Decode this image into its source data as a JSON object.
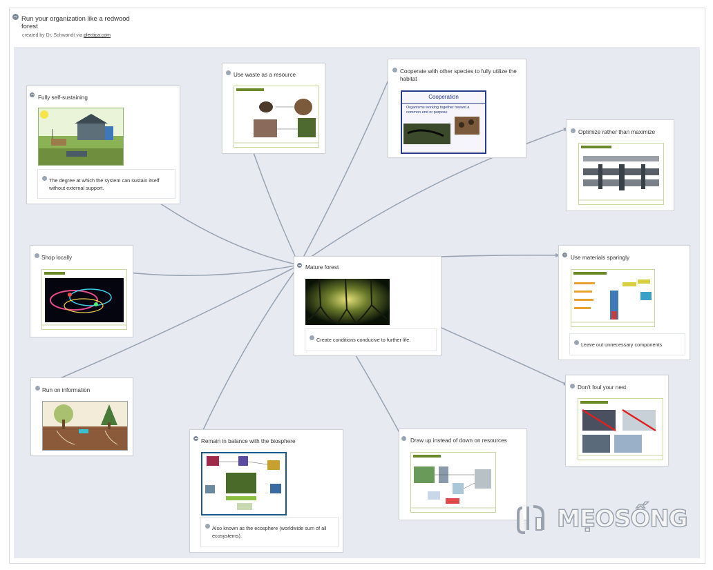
{
  "header": {
    "title": "Run your organization like a redwood forest",
    "credit_prefix": "created by Dr. Schwandt via",
    "credit_link": "plectica.com"
  },
  "center": {
    "label": "Mature forest",
    "note": "Create conditions conducive to further life."
  },
  "cards": {
    "self_sustaining": {
      "label": "Fully self-sustaining",
      "note": "The degree at which the system can sustain itself without external support."
    },
    "waste": {
      "label": "Use waste as a resource"
    },
    "cooperate": {
      "label": "Cooperate with other species to fully utilize the habitat",
      "slide_title": "Cooperation",
      "slide_bullet": "Organisms working together toward a common end or purpose"
    },
    "optimize": {
      "label": "Optimize rather than maximize"
    },
    "shop": {
      "label": "Shop locally"
    },
    "materials": {
      "label": "Use materials sparingly",
      "note": "Leave out unnecessary components"
    },
    "information": {
      "label": "Run on information"
    },
    "nest": {
      "label": "Don't foul your nest"
    },
    "balance": {
      "label": "Remain in balance with the biosphere",
      "note": "Also known as the ecosphere (worldwide sum of all ecosystems)."
    },
    "draw_up": {
      "label": "Draw up instead of down on resources"
    }
  },
  "watermark": {
    "text": "MẸOSỐNG"
  },
  "colors": {
    "canvas": "#e8eaf1",
    "connector": "#9aa6b4",
    "slide_accent": "#6a8a2a"
  }
}
